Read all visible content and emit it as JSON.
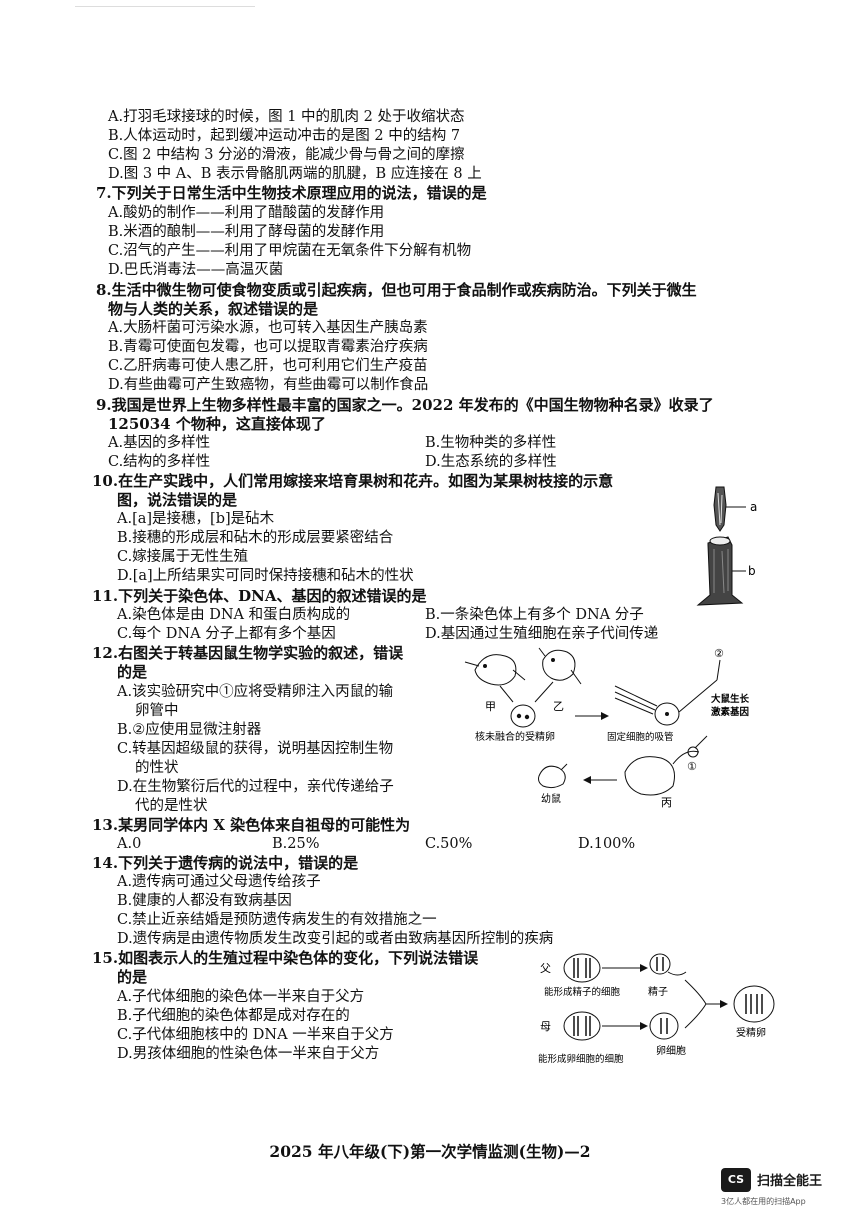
{
  "q6_opts": {
    "a": "A.打羽毛球接球的时候，图 1 中的肌肉 2 处于收缩状态",
    "b": "B.人体运动时，起到缓冲运动冲击的是图 2 中的结构 7",
    "c": "C.图 2 中结构 3 分泌的滑液，能减少骨与骨之间的摩擦",
    "d": "D.图 3 中 A、B 表示骨骼肌两端的肌腱，B 应连接在 8 上"
  },
  "q7": {
    "stem": "7.下列关于日常生活中生物技术原理应用的说法，错误的是",
    "a": "A.酸奶的制作——利用了醋酸菌的发酵作用",
    "b": "B.米酒的酿制——利用了酵母菌的发酵作用",
    "c": "C.沼气的产生——利用了甲烷菌在无氧条件下分解有机物",
    "d": "D.巴氏消毒法——高温灭菌"
  },
  "q8": {
    "stem1": "8.生活中微生物可使食物变质或引起疾病，但也可用于食品制作或疾病防治。下列关于微生",
    "stem2": "物与人类的关系，叙述错误的是",
    "a": "A.大肠杆菌可污染水源，也可转入基因生产胰岛素",
    "b": "B.青霉可使面包发霉，也可以提取青霉素治疗疾病",
    "c": "C.乙肝病毒可使人患乙肝，也可利用它们生产疫苗",
    "d": "D.有些曲霉可产生致癌物，有些曲霉可以制作食品"
  },
  "q9": {
    "stem1": "9.我国是世界上生物多样性最丰富的国家之一。2022 年发布的《中国生物物种名录》收录了",
    "stem2": "125034 个物种，这直接体现了",
    "a": "A.基因的多样性",
    "b": "B.生物种类的多样性",
    "c": "C.结构的多样性",
    "d": "D.生态系统的多样性"
  },
  "q10": {
    "stem1": "10.在生产实践中，人们常用嫁接来培育果树和花卉。如图为某果树枝接的示意",
    "stem2": "图，说法错误的是",
    "a": "A.[a]是接穗，[b]是砧木",
    "b": "B.接穗的形成层和砧木的形成层要紧密结合",
    "c": "C.嫁接属于无性生殖",
    "d": "D.[a]上所结果实可同时保持接穗和砧木的性状",
    "fig_a": "a",
    "fig_b": "b"
  },
  "q11": {
    "stem": "11.下列关于染色体、DNA、基因的叙述错误的是",
    "a": "A.染色体是由 DNA 和蛋白质构成的",
    "b": "B.一条染色体上有多个 DNA 分子",
    "c": "C.每个 DNA 分子上都有多个基因",
    "d": "D.基因通过生殖细胞在亲子代间传递"
  },
  "q12": {
    "stem1": "12.右图关于转基因鼠生物学实验的叙述，错误",
    "stem2": "的是",
    "a1": "A.该实验研究中①应将受精卵注入丙鼠的输",
    "a2": "卵管中",
    "b": "B.②应使用显微注射器",
    "c1": "C.转基因超级鼠的获得，说明基因控制生物",
    "c2": "的性状",
    "d1": "D.在生物繁衍后代的过程中，亲代传递给子",
    "d2": "代的是性状",
    "fig": {
      "jia": "甲",
      "yi": "乙",
      "bing": "丙",
      "youshu": "幼鼠",
      "pipette": "固定细胞的吸管",
      "gene1": "大鼠生长",
      "gene2": "激素基因",
      "egg": "核未融合的受精卵",
      "n1": "①",
      "n2": "②"
    }
  },
  "q13": {
    "stem": "13.某男同学体内 X 染色体来自祖母的可能性为",
    "a": "A.0",
    "b": "B.25%",
    "c": "C.50%",
    "d": "D.100%"
  },
  "q14": {
    "stem": "14.下列关于遗传病的说法中，错误的是",
    "a": "A.遗传病可通过父母遗传给孩子",
    "b": "B.健康的人都没有致病基因",
    "c": "C.禁止近亲结婚是预防遗传病发生的有效措施之一",
    "d": "D.遗传病是由遗传物质发生改变引起的或者由致病基因所控制的疾病"
  },
  "q15": {
    "stem1": "15.如图表示人的生殖过程中染色体的变化，下列说法错误",
    "stem2": "的是",
    "a": "A.子代体细胞的染色体一半来自于父方",
    "b": "B.子代细胞的染色体都是成对存在的",
    "c": "C.子代体细胞核中的 DNA 一半来自于父方",
    "d": "D.男孩体细胞的性染色体一半来自于父方",
    "fig": {
      "fu": "父",
      "mu": "母",
      "sperm_cell": "能形成精子的细胞",
      "egg_cell": "能形成卵细胞的细胞",
      "sperm": "精子",
      "egg": "卵细胞",
      "zygote": "受精卵"
    }
  },
  "footer": "2025 年八年级(下)第一次学情监测(生物)—2",
  "watermark": {
    "badge": "CS",
    "name": "扫描全能王",
    "sub": "3亿人都在用的扫描App"
  }
}
